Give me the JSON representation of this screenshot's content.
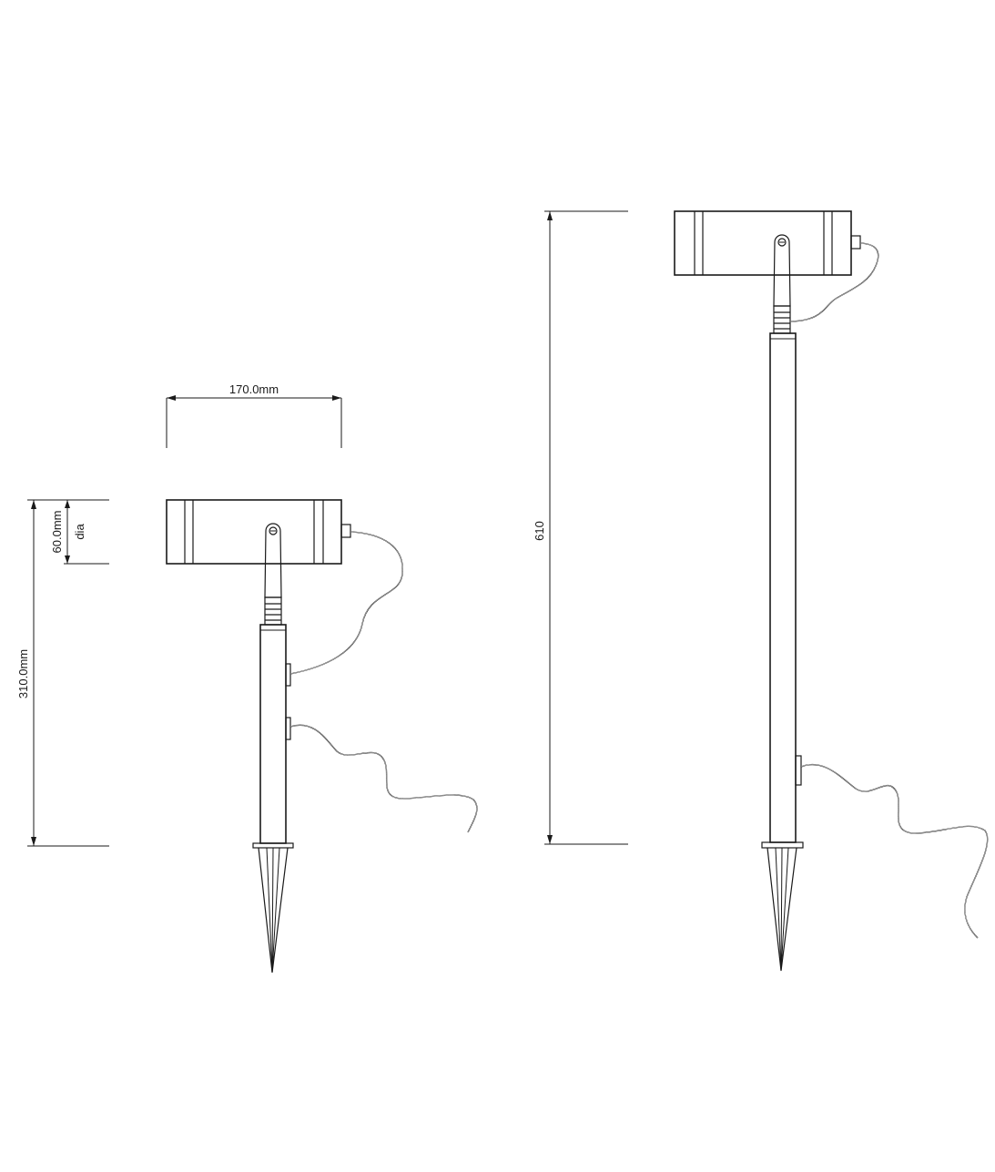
{
  "dimensions": {
    "width_label": "170.0mm",
    "diameter_label": "60.0mm",
    "diameter_suffix": "dia",
    "short_height_label": "310.0mm",
    "tall_height_label": "610"
  }
}
